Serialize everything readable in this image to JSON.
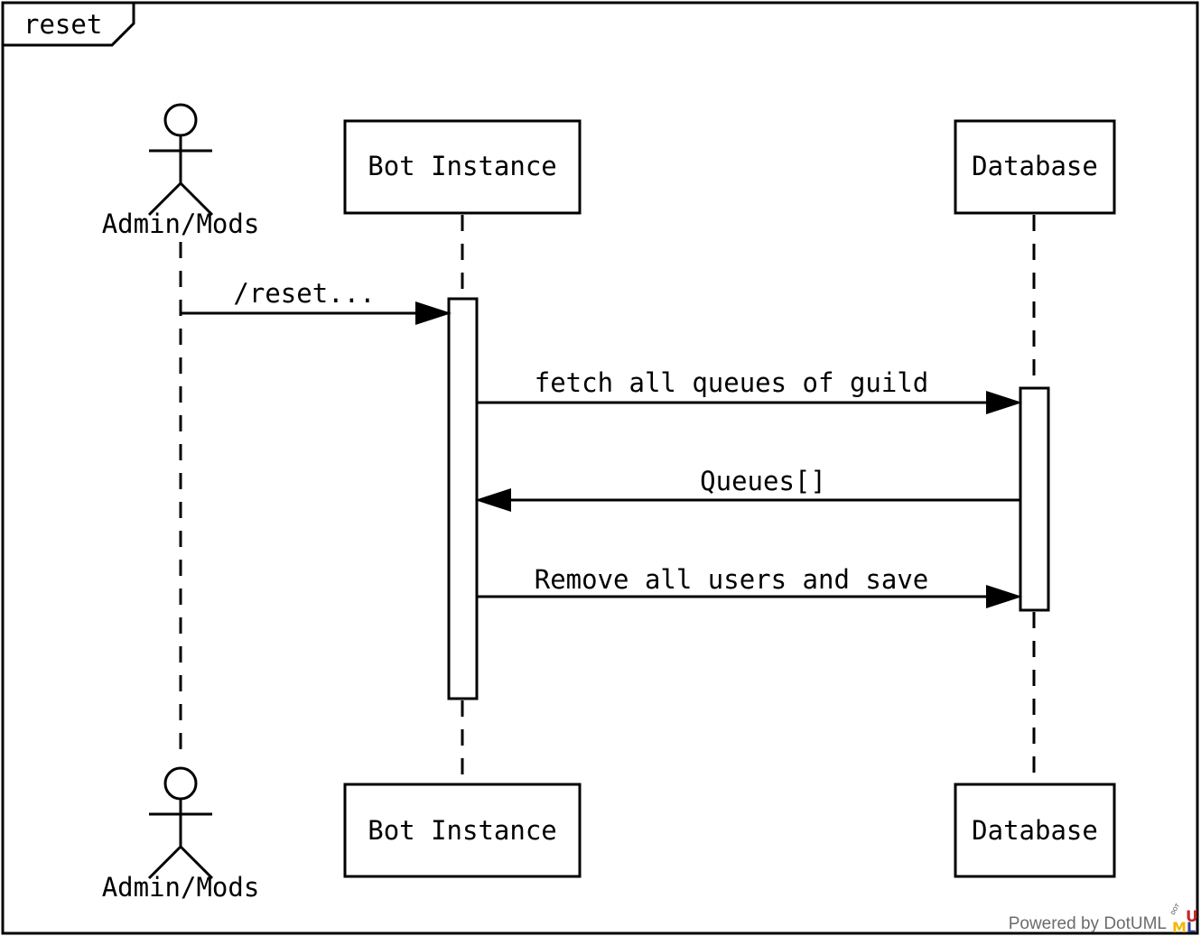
{
  "frame": {
    "label": "reset"
  },
  "participants": {
    "admin": {
      "label": "Admin/Mods",
      "kind": "actor"
    },
    "bot": {
      "label": "Bot Instance",
      "kind": "box"
    },
    "db": {
      "label": "Database",
      "kind": "box"
    }
  },
  "messages": [
    {
      "from": "admin",
      "to": "bot",
      "label": "/reset..."
    },
    {
      "from": "bot",
      "to": "db",
      "label": "fetch all queues of guild"
    },
    {
      "from": "db",
      "to": "bot",
      "label": "Queues[]"
    },
    {
      "from": "bot",
      "to": "db",
      "label": "Remove all users and save"
    }
  ],
  "credit": {
    "text": "Powered by DotUML",
    "logo_letters": [
      "DOT",
      "U",
      "M",
      "L"
    ]
  },
  "colors": {
    "line": "#000000",
    "credit_text": "#6b6b6b",
    "logo_u": "#c62828",
    "logo_m": "#f2b705",
    "logo_l": "#2b3a8f"
  }
}
